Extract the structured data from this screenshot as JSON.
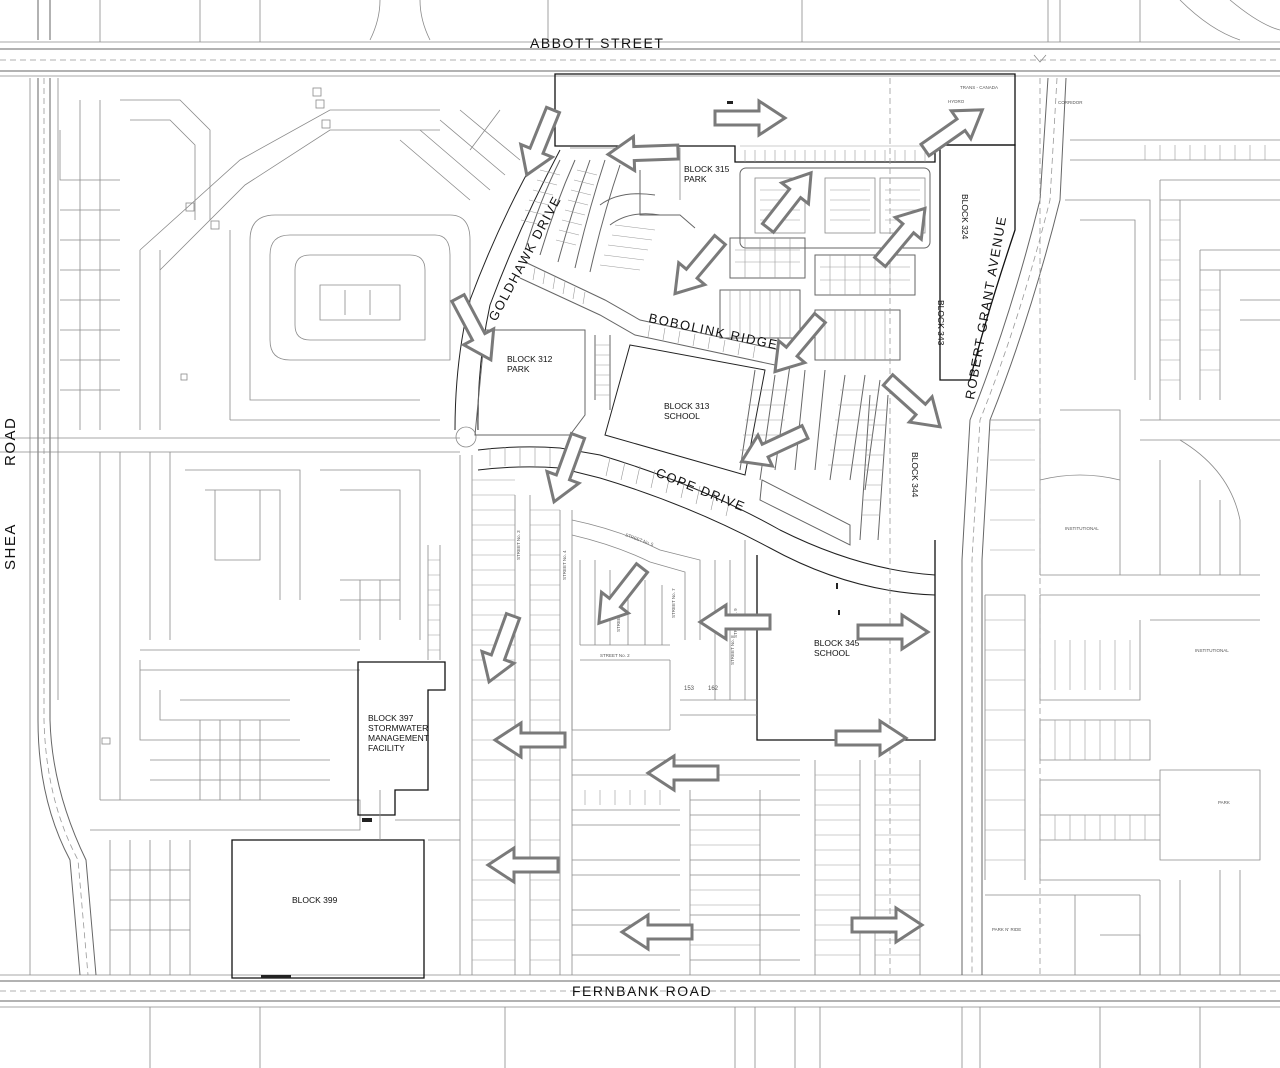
{
  "roads": {
    "abbott": "ABBOTT STREET",
    "fernbank": "FERNBANK ROAD",
    "shea_1": "SHEA",
    "shea_2": "ROAD",
    "robert_grant": "ROBERT GRANT AVENUE",
    "goldhawk": "GOLDHAWK DRIVE",
    "bobolink": "BOBOLINK RIDGE",
    "cope": "COPE DRIVE"
  },
  "blocks": {
    "b315_1": "BLOCK 315",
    "b315_2": "PARK",
    "b312_1": "BLOCK 312",
    "b312_2": "PARK",
    "b313_1": "BLOCK 313",
    "b313_2": "SCHOOL",
    "b345_1": "BLOCK 345",
    "b345_2": "SCHOOL",
    "b397_1": "BLOCK 397",
    "b397_2": "STORMWATER",
    "b397_3": "MANAGEMENT",
    "b397_4": "FACILITY",
    "b399": "BLOCK 399",
    "b324": "BLOCK 324",
    "b343": "BLOCK 343",
    "b344": "BLOCK 344"
  },
  "minor_labels": {
    "hydro": "HYDRO",
    "trans_canada": "TRANS - CANADA",
    "corridor": "CORRIDOR",
    "institutional_1": "INSTITUTIONAL",
    "institutional_2": "INSTITUTIONAL",
    "park": "PARK",
    "park_ride": "PARK N' RIDE",
    "street_3": "STREET No. 3",
    "street_4": "STREET No. 4",
    "street_5": "STREET No. 5",
    "street_6": "STREET No. 6",
    "street_7": "STREET No. 7",
    "street_8": "STREET No. 8",
    "street_9": "STREET No. 9",
    "street_2": "STREET No. 2",
    "lot_153": "153",
    "lot_162": "162"
  },
  "arrows": [
    {
      "name": "arrow-hydro-east",
      "direction": "east"
    },
    {
      "name": "arrow-northeast-hydro",
      "direction": "northeast"
    },
    {
      "name": "arrow-south-goldhawk",
      "direction": "south"
    },
    {
      "name": "arrow-west-block315",
      "direction": "west"
    },
    {
      "name": "arrow-townhouse-ne-1",
      "direction": "northeast"
    },
    {
      "name": "arrow-townhouse-ne-2",
      "direction": "northeast"
    },
    {
      "name": "arrow-bobolink-sw",
      "direction": "southwest"
    },
    {
      "name": "arrow-goldhawk-se",
      "direction": "southeast"
    },
    {
      "name": "arrow-bobolink-south",
      "direction": "southwest"
    },
    {
      "name": "arrow-block344-se",
      "direction": "southeast"
    },
    {
      "name": "arrow-cope-south",
      "direction": "south"
    },
    {
      "name": "arrow-central-sw",
      "direction": "southwest"
    },
    {
      "name": "arrow-street4-sw",
      "direction": "southwest"
    },
    {
      "name": "arrow-street3-south",
      "direction": "south"
    },
    {
      "name": "arrow-street8-west",
      "direction": "west"
    },
    {
      "name": "arrow-school-east",
      "direction": "east"
    },
    {
      "name": "arrow-block345-east",
      "direction": "east"
    },
    {
      "name": "arrow-west-upper",
      "direction": "west"
    },
    {
      "name": "arrow-west-mid",
      "direction": "west"
    },
    {
      "name": "arrow-west-lower",
      "direction": "west"
    },
    {
      "name": "arrow-west-bottom",
      "direction": "west"
    },
    {
      "name": "arrow-east-bottom",
      "direction": "east"
    }
  ]
}
